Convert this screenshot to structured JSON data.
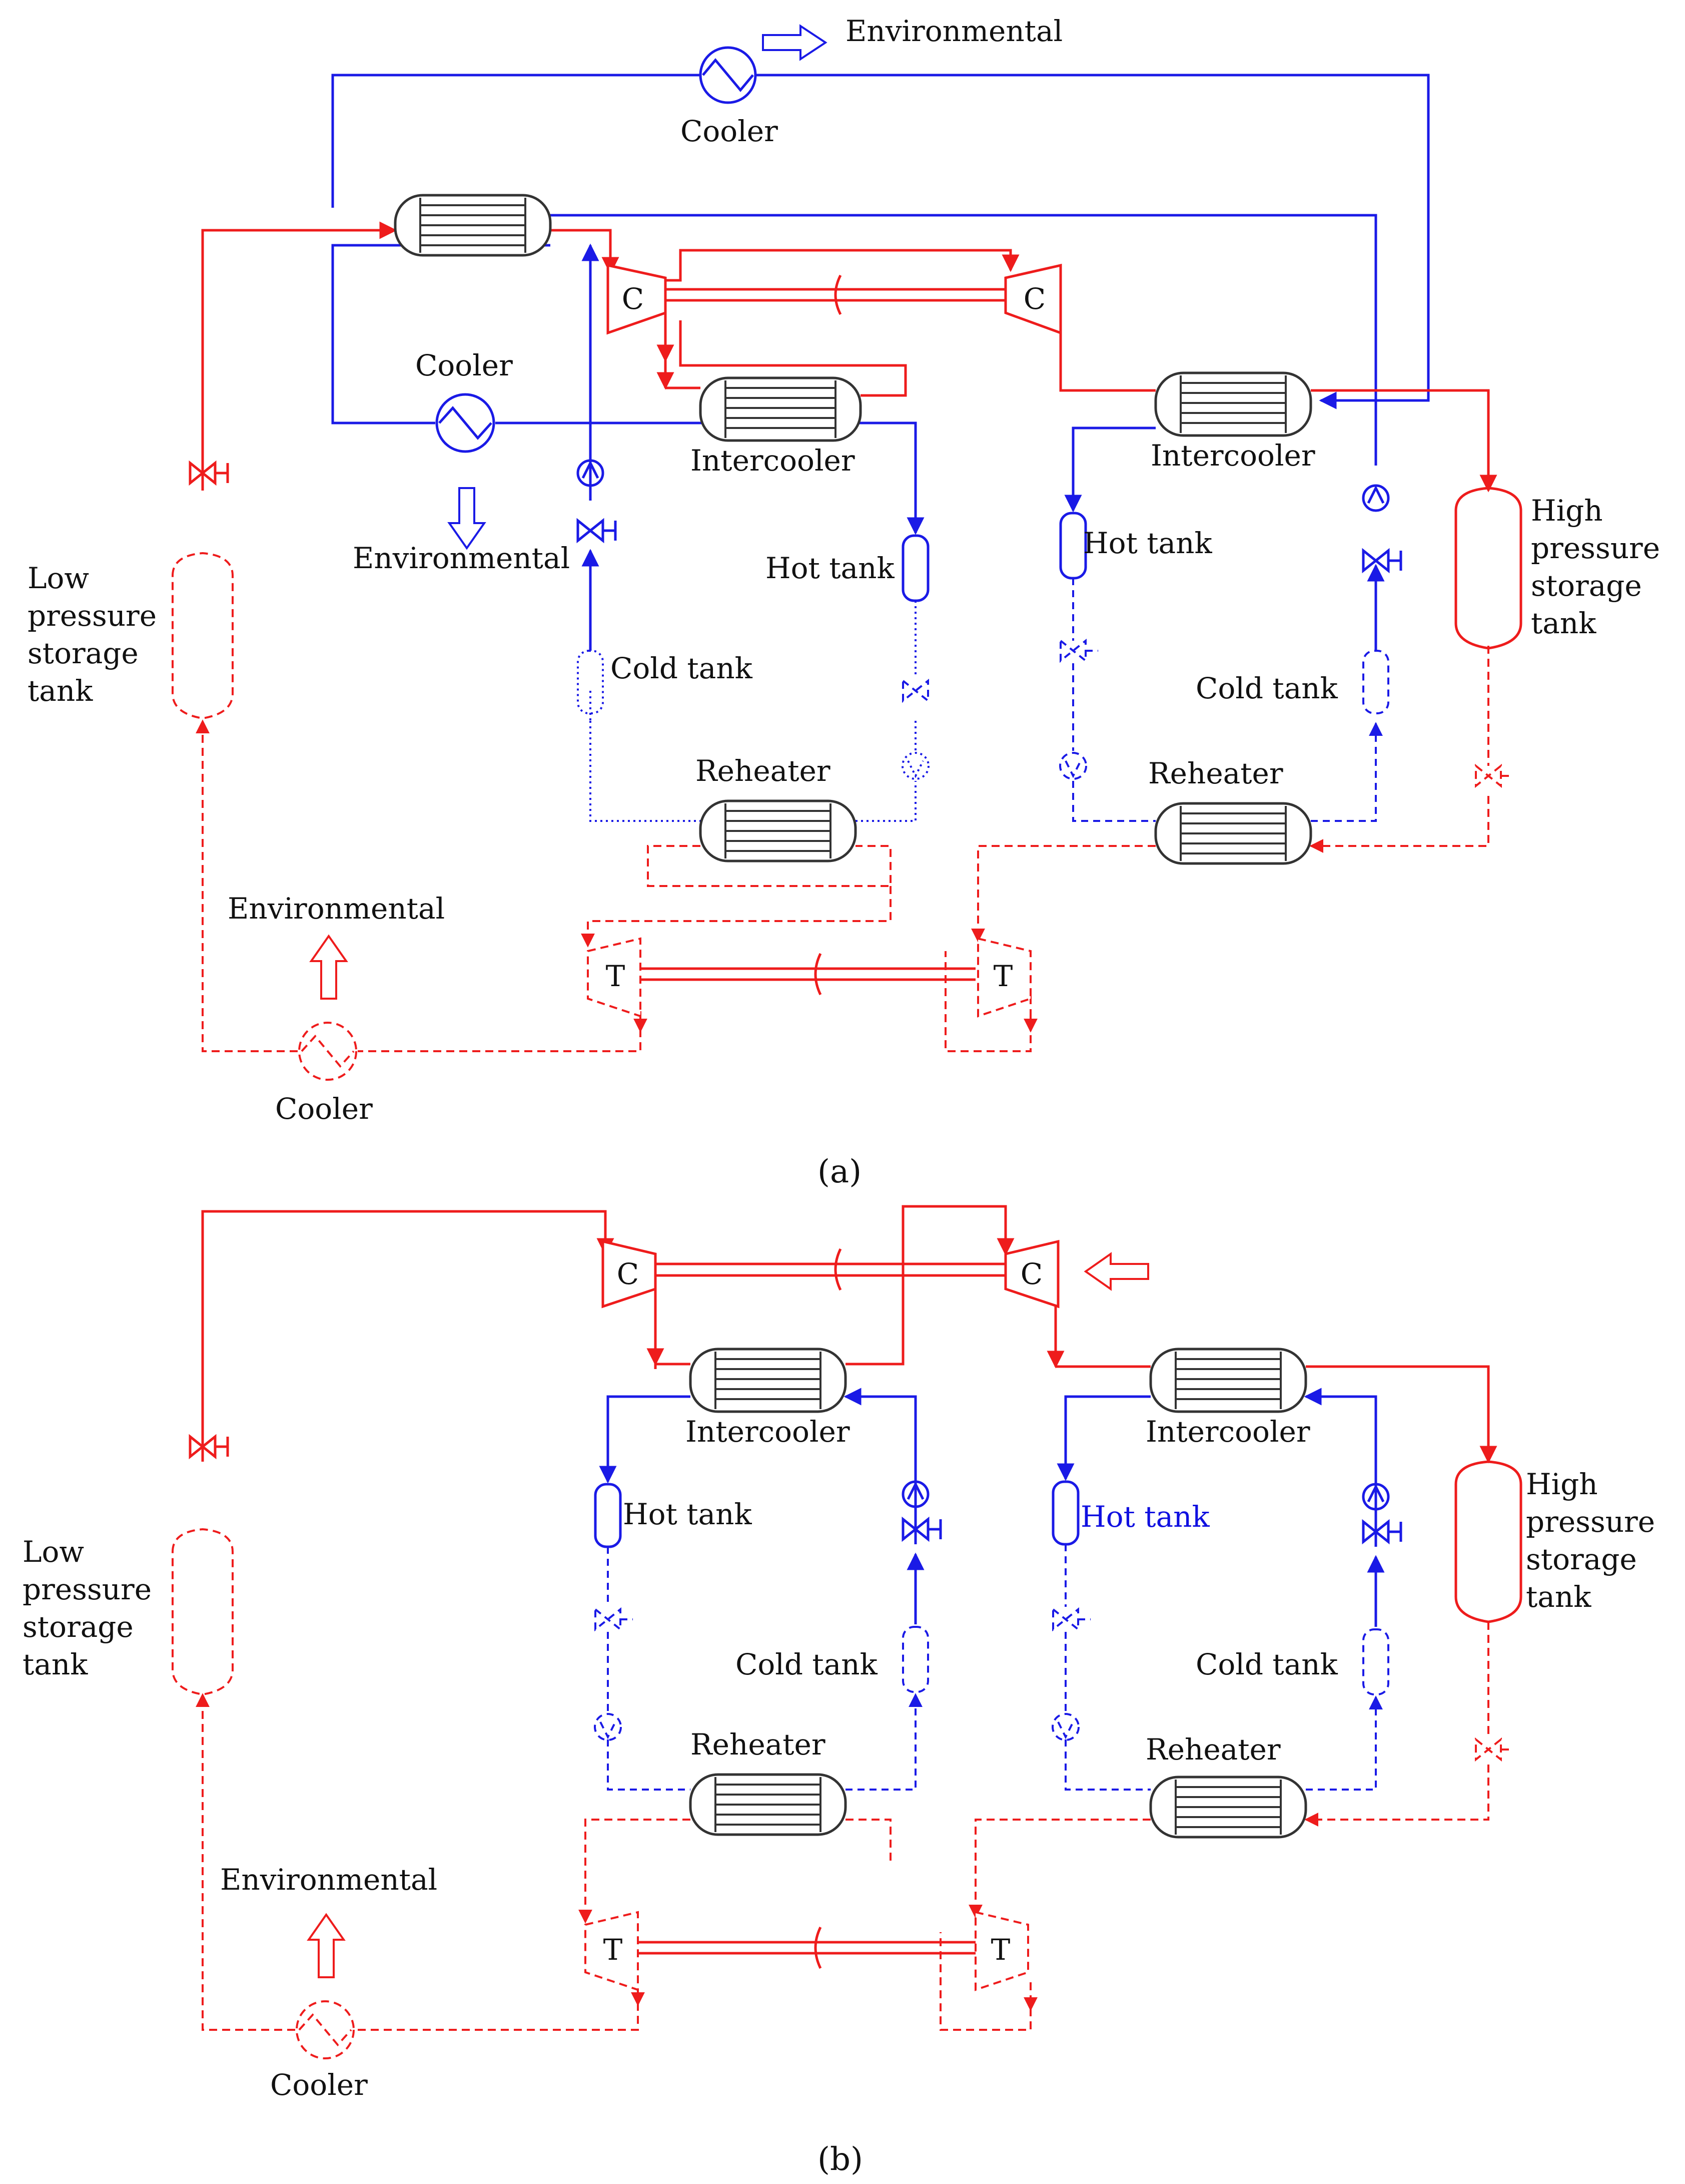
{
  "panel_a": {
    "caption": "(a)",
    "labels": {
      "environmental_top": "Environmental",
      "cooler_top": "Cooler",
      "cooler_mid": "Cooler",
      "environmental_mid": "Environmental",
      "intercooler_1": "Intercooler",
      "intercooler_2": "Intercooler",
      "hot_tank_1": "Hot tank",
      "hot_tank_2": "Hot tank",
      "cold_tank_1": "Cold tank",
      "cold_tank_2": "Cold tank",
      "reheater_1": "Reheater",
      "reheater_2": "Reheater",
      "low_pressure": [
        "Low",
        "pressure",
        "storage",
        "tank"
      ],
      "high_pressure": [
        "High",
        "pressure",
        "storage",
        "tank"
      ],
      "environmental_bottom": "Environmental",
      "cooler_bottom": "Cooler",
      "compressor": "C",
      "turbine": "T"
    }
  },
  "panel_b": {
    "caption": "(b)",
    "labels": {
      "intercooler_1": "Intercooler",
      "intercooler_2": "Intercooler",
      "hot_tank_1": "Hot tank",
      "hot_tank_2": "Hot tank",
      "cold_tank_1": "Cold tank",
      "cold_tank_2": "Cold tank",
      "reheater_1": "Reheater",
      "reheater_2": "Reheater",
      "low_pressure": [
        "Low",
        "pressure",
        "storage",
        "tank"
      ],
      "high_pressure": [
        "High",
        "pressure",
        "storage",
        "tank"
      ],
      "environmental_bottom": "Environmental",
      "cooler_bottom": "Cooler",
      "compressor": "C",
      "turbine": "T"
    }
  },
  "colors": {
    "charge_air": "#ee1c1c",
    "heat_transfer_fluid": "#1a1ae6",
    "equipment_outline": "#333333"
  }
}
